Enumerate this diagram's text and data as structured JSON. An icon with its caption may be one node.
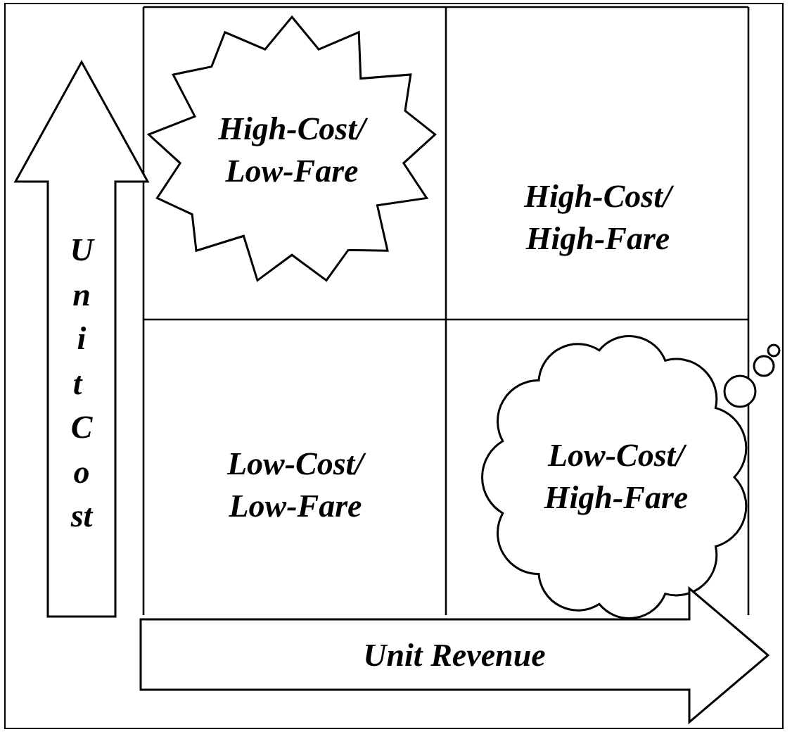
{
  "diagram": {
    "nodes": [
      {
        "text": [
          "Unit Cost"
        ]
      },
      {
        "text": [
          "High-Cost/ Low-Fare"
        ]
      },
      {
        "text": [
          "High-Cost/ High-Fare"
        ]
      },
      {
        "text": [
          "Low-Cost/ Low-Fare"
        ]
      },
      {
        "text": [
          "Low-Cost/ High-Fare"
        ]
      },
      {
        "text": [
          "Unit Revenue"
        ]
      }
    ]
  }
}
